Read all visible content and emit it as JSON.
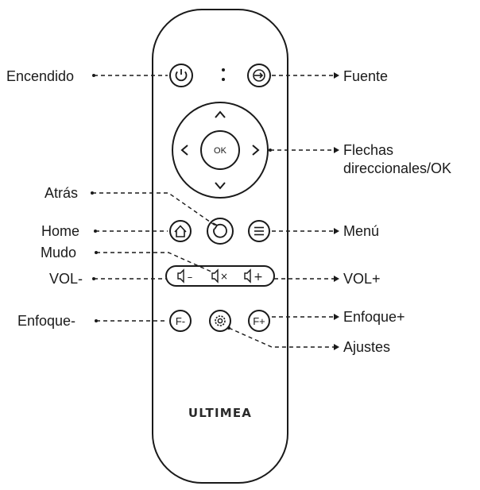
{
  "labels": {
    "power": "Encendido",
    "source": "Fuente",
    "arrows_line1": "Flechas",
    "arrows_line2": "direccionales/OK",
    "back": "Atrás",
    "home": "Home",
    "menu": "Menú",
    "mute": "Mudo",
    "vol_minus": "VOL-",
    "vol_plus": "VOL+",
    "focus_minus": "Enfoque-",
    "focus_plus": "Enfoque+",
    "settings": "Ajustes"
  },
  "remote": {
    "brand": "ULTIMEA",
    "ok_label": "OK",
    "up_glyph": "^",
    "down_glyph": "v",
    "left_glyph": "<",
    "right_glyph": ">",
    "vol_minus_glyph": "–",
    "mute_glyph": "×",
    "vol_plus_glyph": "+",
    "focus_minus_label": "F-",
    "focus_plus_label": "F+"
  },
  "colors": {
    "stroke": "#1a1a1a",
    "background": "#ffffff"
  }
}
